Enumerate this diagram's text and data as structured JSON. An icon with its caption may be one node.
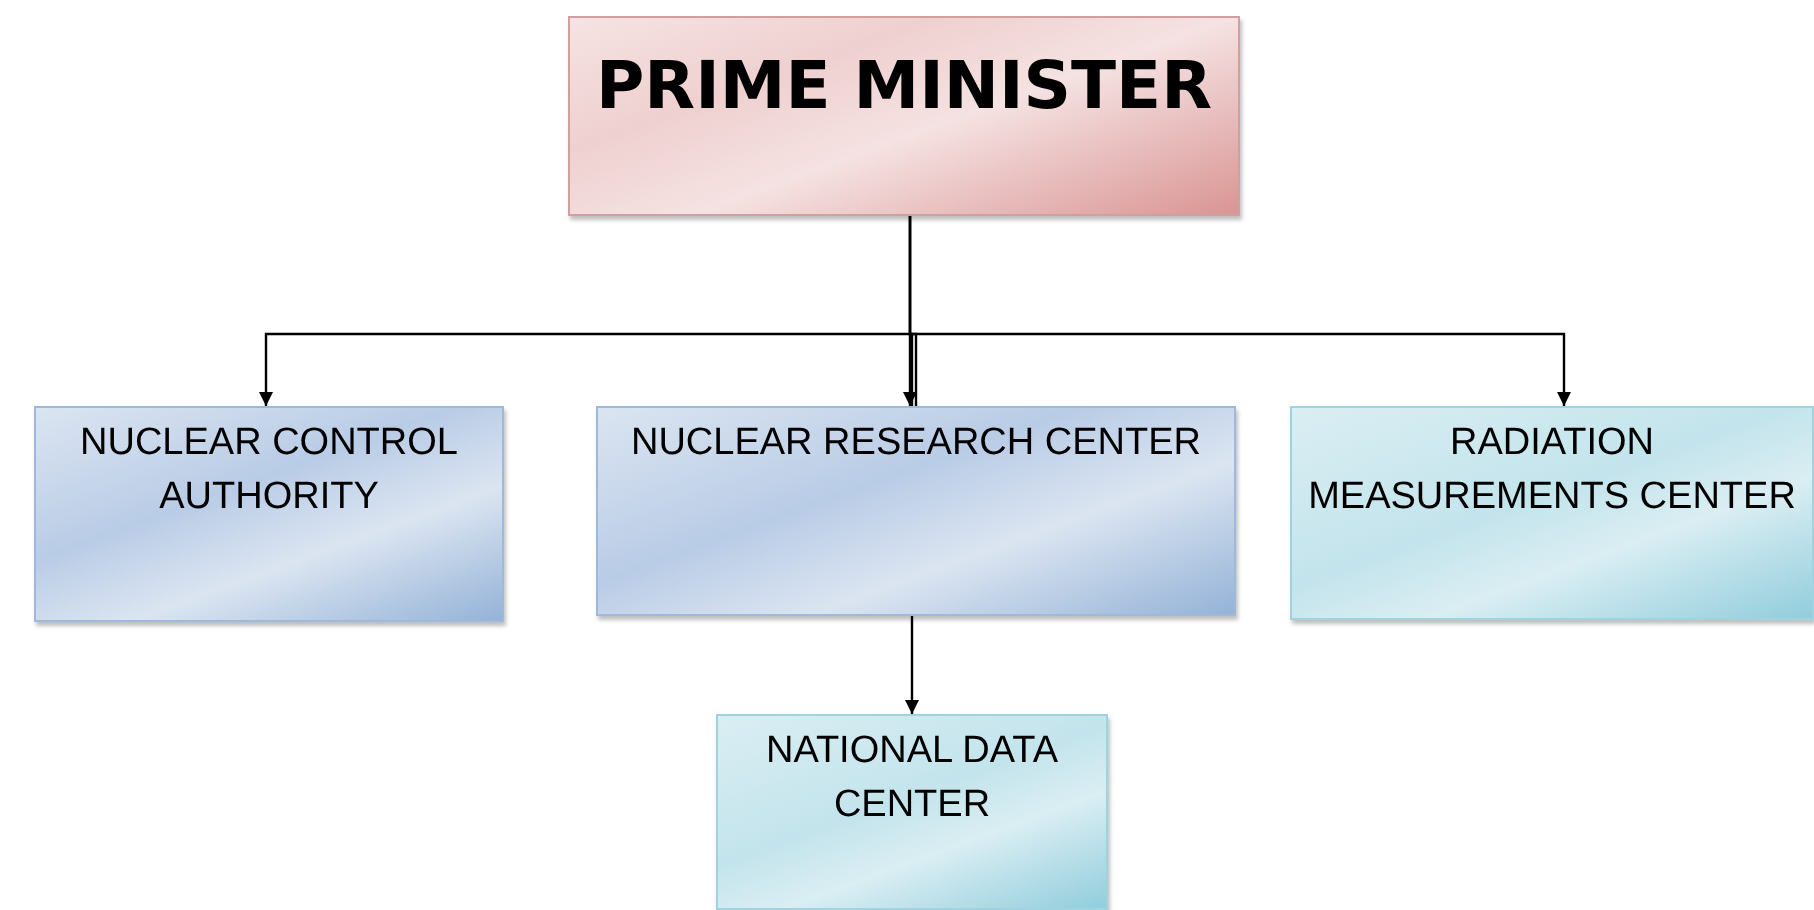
{
  "diagram": {
    "nodes": [
      {
        "text": [
          "PRIME MINISTER"
        ]
      },
      {
        "text": [
          "NUCLEAR CONTROL AUTHORITY"
        ]
      },
      {
        "text": [
          "NUCLEAR RESEARCH CENTER"
        ]
      },
      {
        "text": [
          "RADIATION MEASUREMENTS CENTER"
        ]
      },
      {
        "text": [
          "NATIONAL DATA CENTER"
        ]
      }
    ],
    "edges": [
      {
        "from": 0,
        "to": 1,
        "arrow": "to"
      },
      {
        "from": 0,
        "to": 2,
        "arrow": "to"
      },
      {
        "from": 0,
        "to": 3,
        "arrow": "to"
      },
      {
        "from": 2,
        "to": 4,
        "arrow": "to"
      }
    ]
  }
}
